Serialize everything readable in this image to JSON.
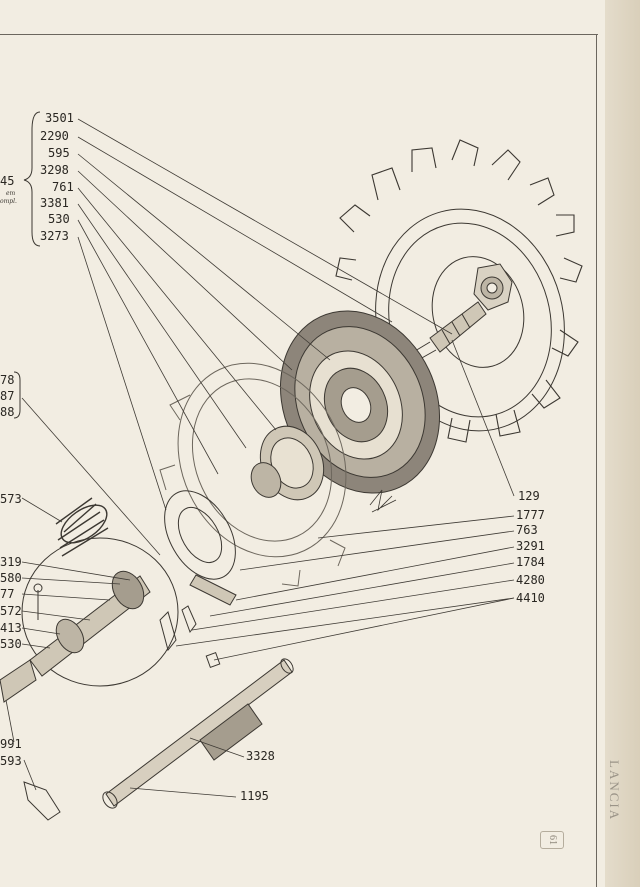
{
  "labels_left_top": [
    "3501",
    "2290",
    "595",
    "3298",
    "761",
    "3381",
    "530",
    "3273"
  ],
  "labels_left_mid": [
    "78",
    "87",
    "88"
  ],
  "labels_left_spring": [
    "573"
  ],
  "labels_left_group": [
    "319",
    "580",
    "77",
    "572",
    "413",
    "530"
  ],
  "labels_left_bottom": [
    "991",
    "593"
  ],
  "labels_right": [
    "129",
    "1777",
    "763",
    "3291",
    "1784",
    "4280",
    "4410"
  ],
  "labels_shaft": [
    "3328",
    "1195"
  ],
  "assembly_label": "45",
  "assembly_note": [
    "em",
    "ompl."
  ],
  "spine_text": "LANCIA",
  "page_number": "61"
}
